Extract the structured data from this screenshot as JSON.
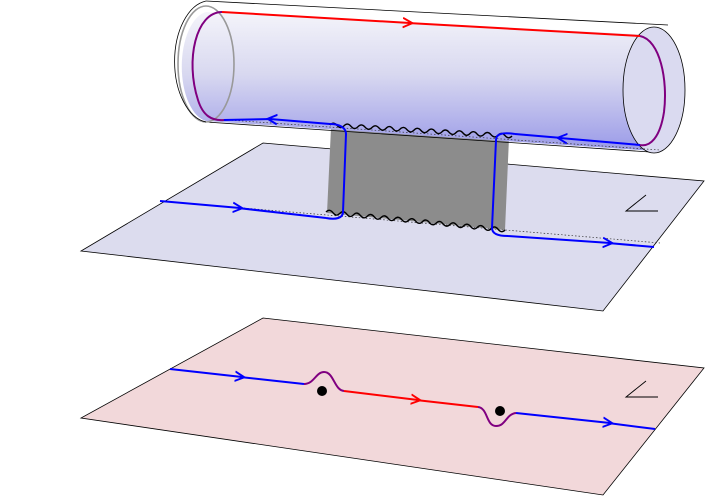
{
  "colors": {
    "background": "#ffffff",
    "tube_fill_top": "#f4f4fa",
    "tube_fill_bottom": "#9a9ae8",
    "upper_plane": "#dcdcee",
    "lower_plane": "#f2d8da",
    "ribbon": "#8c8c8c",
    "blue_line": "#0000ff",
    "red_line": "#ff0000",
    "purple_line": "#800080",
    "outline": "#000000"
  },
  "diagram": {
    "tube": {
      "label": ""
    },
    "upper_plane": {
      "corner_mark": "angle-mark"
    },
    "lower_plane": {
      "corner_mark": "angle-mark",
      "marked_points": 2
    }
  }
}
